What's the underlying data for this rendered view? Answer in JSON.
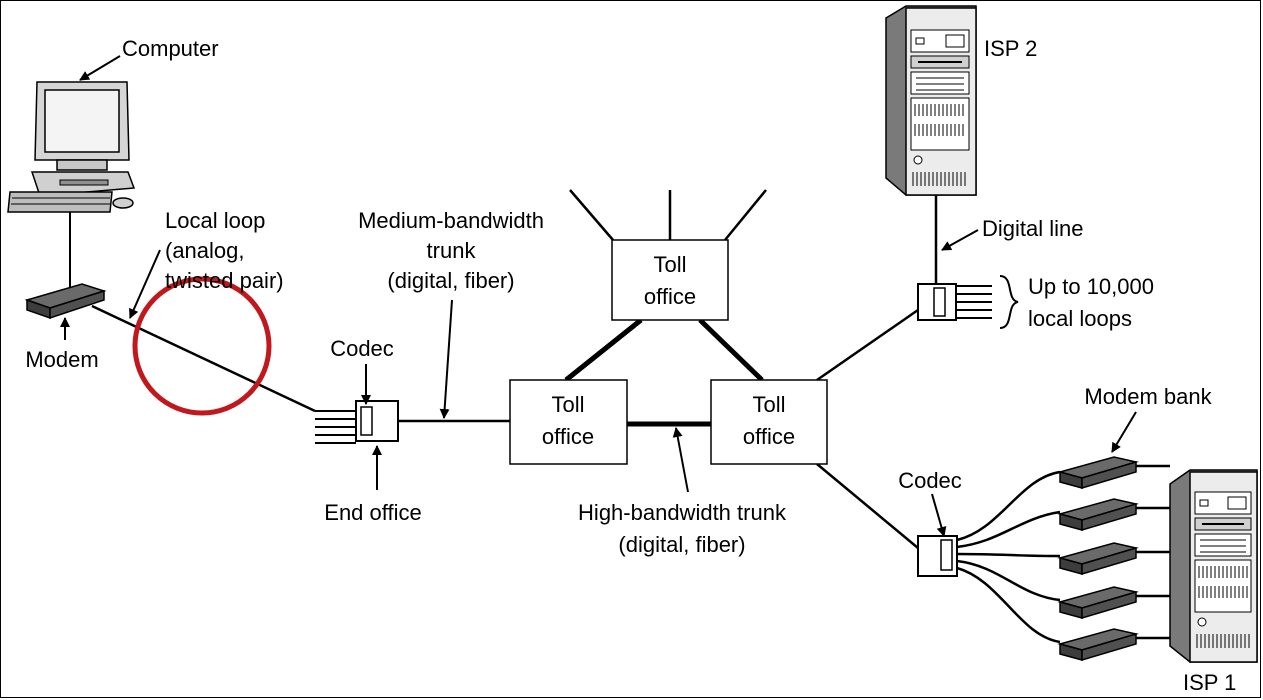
{
  "diagram": {
    "labels": {
      "computer": "Computer",
      "modem": "Modem",
      "local_loop_1": "Local loop",
      "local_loop_2": "(analog,",
      "local_loop_3": "twisted pair)",
      "medium_1": "Medium-bandwidth",
      "medium_2": "trunk",
      "medium_3": "(digital, fiber)",
      "codec_left": "Codec",
      "end_office": "End office",
      "toll_top_1": "Toll",
      "toll_top_2": "office",
      "toll_left_1": "Toll",
      "toll_left_2": "office",
      "toll_right_1": "Toll",
      "toll_right_2": "office",
      "high_1": "High-bandwidth trunk",
      "high_2": "(digital, fiber)",
      "isp2": "ISP 2",
      "digital_line": "Digital line",
      "up_to_1": "Up to 10,000",
      "up_to_2": "local loops",
      "modem_bank": "Modem bank",
      "codec_right": "Codec",
      "isp1": "ISP 1"
    },
    "highlight_color": "#c0181c"
  }
}
